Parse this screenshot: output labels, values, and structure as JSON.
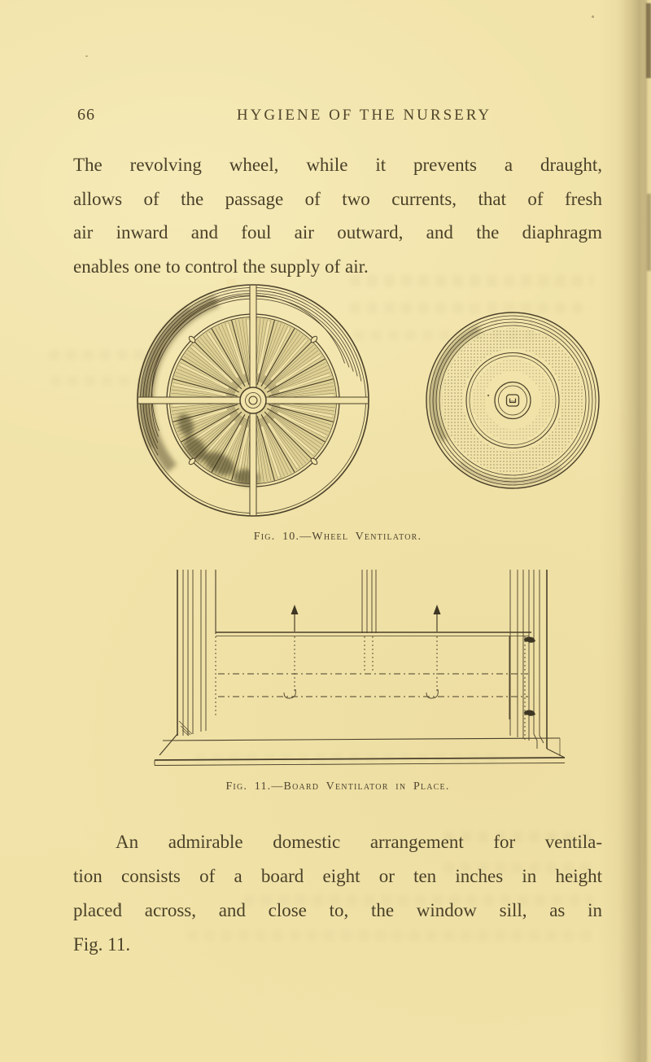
{
  "page": {
    "number": "66",
    "running_header": "HYGIENE OF THE NURSERY"
  },
  "paragraph1": {
    "lines": [
      "The revolving wheel, while it prevents a draught,",
      "allows of the passage of two currents, that of fresh",
      "air inward and foul air outward, and the diaphragm",
      "enables one to control the supply of air."
    ]
  },
  "figure10": {
    "caption": "Fig. 10.—Wheel Ventilator.",
    "description": "wheel ventilator: louvred fan wheel (left) and solid cover disc with thumbscrew (right)"
  },
  "figure11": {
    "caption": "Fig. 11.—Board Ventilator in Place.",
    "description": "board ventilator fitted across window sill, airflow arrows pointing up"
  },
  "paragraph2": {
    "lines": [
      "An admirable domestic arrangement for ventila-",
      "tion consists of a board eight or ten inches in height",
      "placed across, and close to, the window sill, as in",
      "Fig. 11."
    ]
  }
}
